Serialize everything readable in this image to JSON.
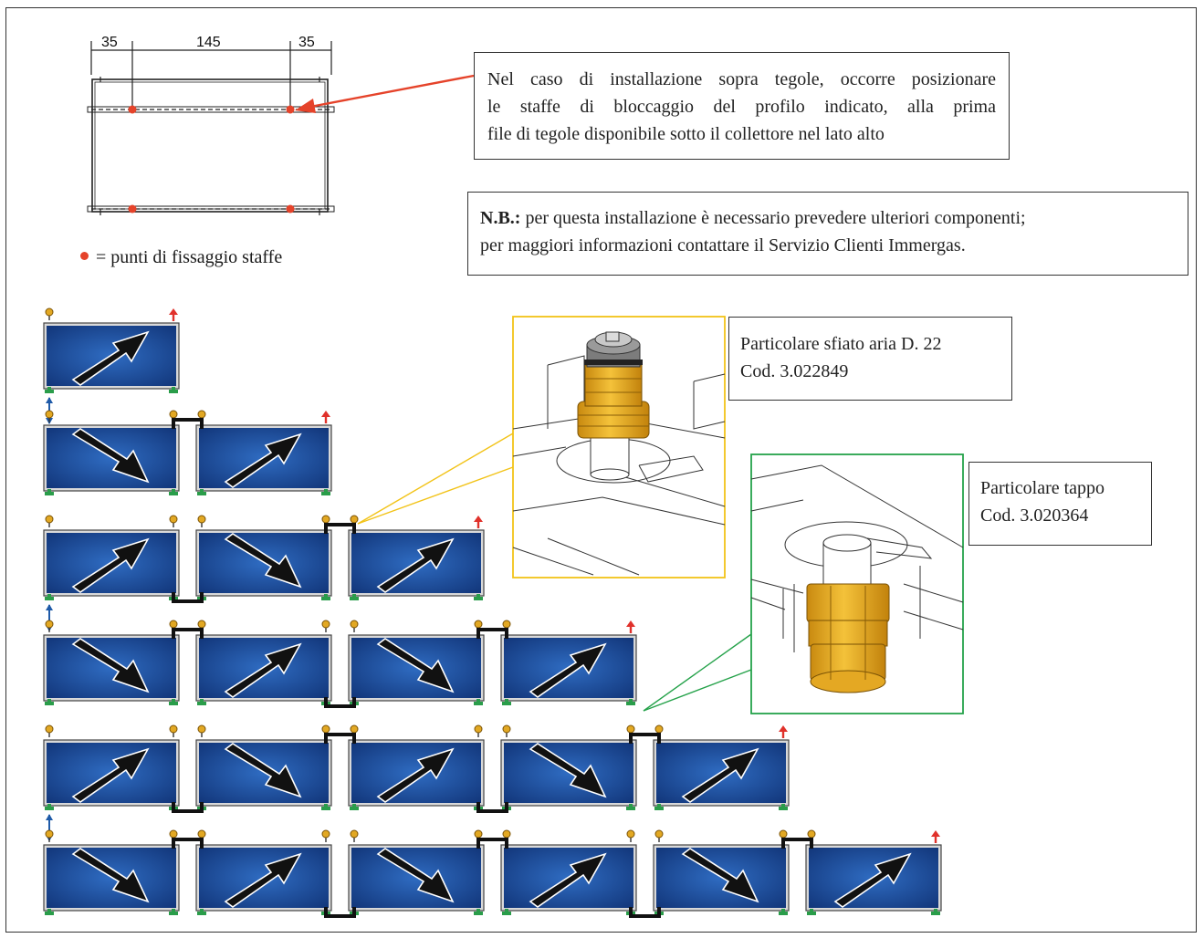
{
  "dimensions": [
    "35",
    "145",
    "35"
  ],
  "legend": {
    "text": "= punti di fissaggio staffe"
  },
  "note_tiles": {
    "lines": [
      "Nel caso di installazione sopra tegole, occorre posizionare",
      "le staffe di bloccaggio del profilo indicato, alla prima",
      "file di tegole disponibile sotto il collettore nel lato alto"
    ]
  },
  "note_nb": {
    "bold": "N.B.:",
    "line1": " per questa installazione è necessario prevedere ulteriori componenti;",
    "line2": "per maggiori informazioni contattare il Servizio Clienti Immergas."
  },
  "detail_vent": {
    "line1": "Particolare sfiato aria D. 22",
    "line2": "Cod. 3.022849"
  },
  "detail_cap": {
    "line1": "Particolare tappo",
    "line2": "Cod. 3.020364"
  },
  "colors": {
    "fix_point": "#e5432a",
    "panel": "#1f4f9c",
    "vent": "#e2a823",
    "inlet": "#2a9d4a",
    "outlet": "#e0312b",
    "flow_arrow": "#1e5aa8",
    "vent_leader": "#f2c318",
    "cap_leader": "#25a24a"
  },
  "icons": [
    "air-vent-icon",
    "outlet-arrow-icon",
    "inlet-fitting-icon",
    "flow-direction-icon",
    "collector-arrow-icon"
  ]
}
